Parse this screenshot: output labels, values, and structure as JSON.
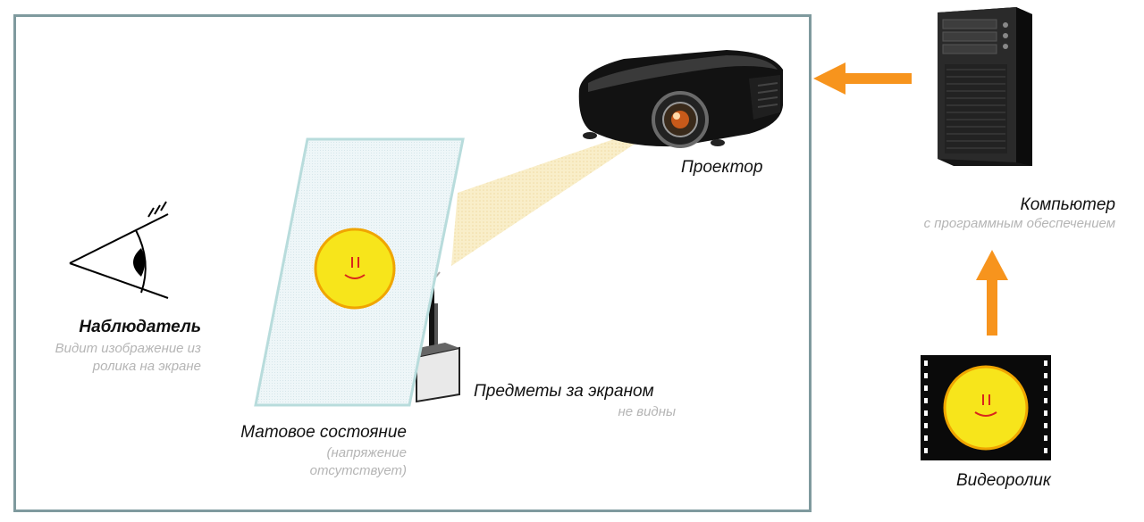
{
  "observer": {
    "title": "Наблюдатель",
    "desc_line1": "Видит изображение из",
    "desc_line2": "ролика на экране"
  },
  "screen_state": {
    "title": "Матовое состояние",
    "desc_line1": "(напряжение",
    "desc_line2": "отсутствует)"
  },
  "objects": {
    "title": "Предметы за экраном",
    "desc": "не видны"
  },
  "projector": {
    "title": "Проектор"
  },
  "computer": {
    "title": "Компьютер",
    "desc": "с программным обеспечением"
  },
  "video": {
    "title": "Видеоролик"
  },
  "colors": {
    "frame": "#7f9a9e",
    "arrow": "#f7941d",
    "smiley": "#f7e51b",
    "smiley_border": "#f0a500",
    "beam": "#f5e3a6",
    "screen_border": "#b8dcdc"
  }
}
